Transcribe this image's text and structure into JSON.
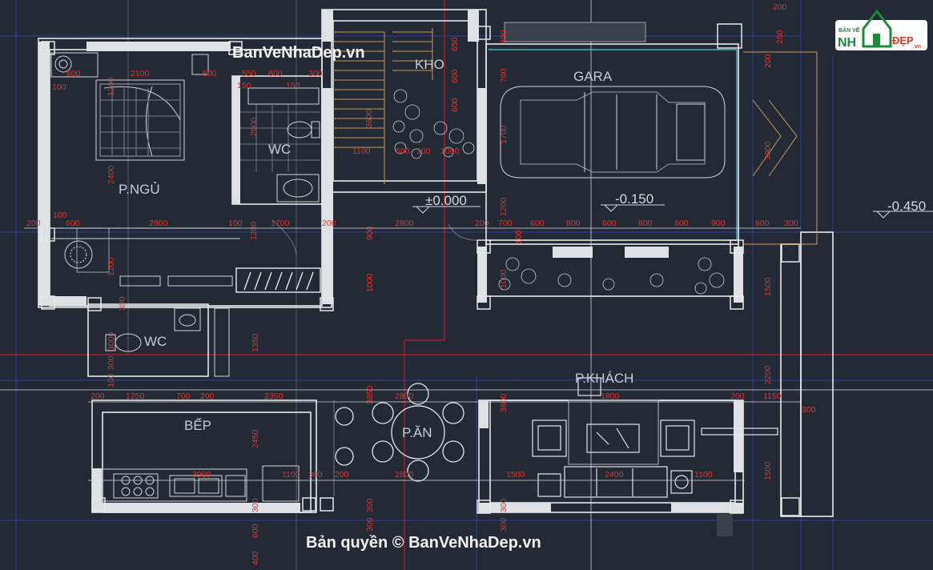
{
  "watermark_top": "BanVeNhaDep.vn",
  "watermark_bottom": "Bản quyền © BanVeNhaDep.vn",
  "logo": {
    "small": "BẢN VẼ",
    "main_left": "NH",
    "main_right": "ĐẸP",
    "domain": ".vn"
  },
  "rooms": {
    "bedroom": "P.NGỦ",
    "wc_top": "WC",
    "storage": "KHO",
    "garage": "GARA",
    "wc_small": "WC",
    "kitchen": "BẾP",
    "dining": "P.ĂN",
    "living": "P.KHÁCH"
  },
  "levels": {
    "main": "±0.000",
    "garage": "-0.150",
    "outside": "-0.450"
  },
  "dims": {
    "d1": "2100",
    "d2": "800",
    "d3": "800",
    "d4": "100",
    "d5": "550",
    "d6": "600",
    "d7": "300",
    "d8": "150",
    "d9": "150",
    "d10": "1200",
    "d11": "2900",
    "d12": "3600",
    "d13": "1100",
    "d14": "600",
    "d15": "100",
    "d16": "1000",
    "d17": "650",
    "d18": "600",
    "d19": "600",
    "d20": "800",
    "d21": "700",
    "d22": "1700",
    "d23": "1200",
    "d24": "200",
    "d25": "250",
    "d26": "200",
    "d27": "3800",
    "d28": "2400",
    "d29": "100",
    "r1a": "200",
    "r1b": "600",
    "r1c": "2800",
    "r1d": "100",
    "r1e": "1700",
    "r1f": "200",
    "r1g": "2800",
    "r1h": "200",
    "r1i": "700",
    "r1j": "600",
    "r1k": "800",
    "r1l": "600",
    "r1m": "800",
    "r1n": "600",
    "r1o": "900",
    "r1p": "800",
    "r1q": "300",
    "d30": "1200",
    "d31": "900",
    "d32": "1000",
    "d33": "100",
    "d34": "1000",
    "d35": "1500",
    "d36": "300",
    "d37": "1200",
    "d38": "1350",
    "d39": "3000",
    "d40": "300",
    "d41": "100",
    "d42": "2200",
    "r2a": "200",
    "r2b": "1250",
    "r2c": "700",
    "r2d": "200",
    "r2e": "2350",
    "r2f": "2800",
    "r2g": "1800",
    "r2h": "200",
    "r2i": "1150",
    "r2j": "300",
    "d43": "3850",
    "d44": "3800",
    "d45": "2450",
    "d46": "3900",
    "d47": "1100",
    "d48": "300",
    "d49": "200",
    "d50": "2800",
    "d51": "1500",
    "d52": "2400",
    "d53": "1100",
    "d54": "1500",
    "d55": "300",
    "d56": "300",
    "d57": "600",
    "d58": "400",
    "d59": "300",
    "d60": "300",
    "d61": "300"
  }
}
